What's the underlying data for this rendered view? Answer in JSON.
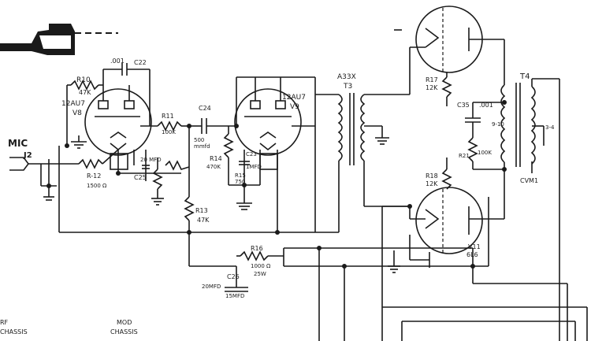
{
  "labels": {
    "mic": "MIC",
    "j2": "J2",
    "r10": "R10",
    "r10_val": "47K",
    "c_top_val": ".001",
    "c22": "C22",
    "v8_type": "12AU7",
    "v8": "V8",
    "r11": "R11",
    "r11_val": "100K",
    "c24": "C24",
    "c24_val": "500",
    "c24_unit": "mmfd",
    "r14": "R14",
    "r14_val": "470K",
    "c23": "C23",
    "c23_val": "1MFD",
    "r15": "R15",
    "r15_val": "750",
    "v9_type": "12AU7",
    "v9": "V9",
    "c25": "C25",
    "r12": "R-12",
    "r12_val": "1500 Ω",
    "c25_val": "20 MFD",
    "r13": "R13",
    "r13_val": "47K",
    "t3_type": "A33X",
    "t3": "T3",
    "r17": "R17",
    "r17_val": "12K",
    "c35": "C35",
    "c35_val": ".001",
    "r21": "R21",
    "r21_val": "100K",
    "t4": "T4",
    "cvm1": "CVM1",
    "pin_910": "9-10",
    "pin_34": "3-4",
    "r18": "R18",
    "r18_val": "12K",
    "v11": "V11",
    "v11_type": "6L6",
    "r16": "R16",
    "r16_val": "1000 Ω",
    "r16_watt": "25W",
    "c26": "C26",
    "c26_val1": "20MFD",
    "c26_val2": "15MFD",
    "rf_chassis_1": "RF",
    "rf_chassis_2": "CHASSIS",
    "mod_chassis_1": "MOD",
    "mod_chassis_2": "CHASSIS"
  }
}
